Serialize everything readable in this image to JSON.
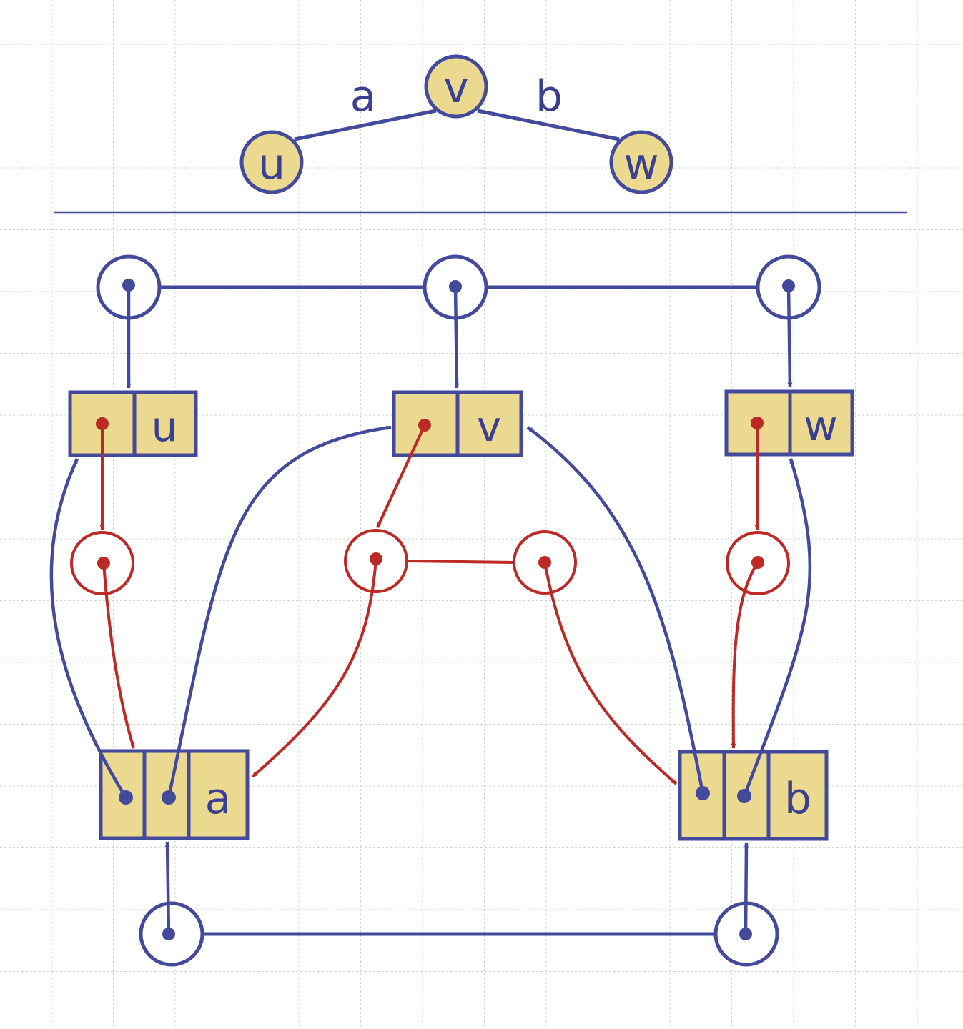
{
  "colors": {
    "navy": "#434a9c",
    "red": "#bd2a26",
    "fill": "#ead98f",
    "grid": "#d4d4d4",
    "text": "#3a3f8f"
  },
  "graph": {
    "vertices": {
      "u": "u",
      "v": "v",
      "w": "w"
    },
    "edges": {
      "a": "a",
      "b": "b"
    }
  },
  "structure": {
    "vertex_records": {
      "u": "u",
      "v": "v",
      "w": "w"
    },
    "edge_records": {
      "a": "a",
      "b": "b"
    }
  }
}
